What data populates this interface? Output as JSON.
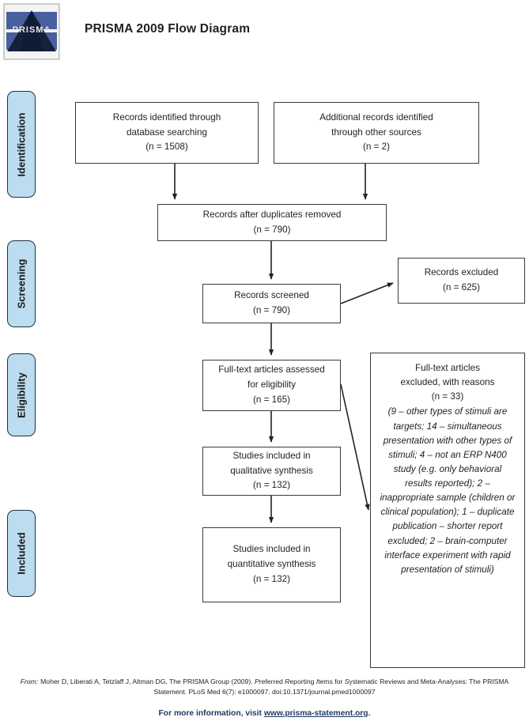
{
  "header": {
    "title": "PRISMA 2009 Flow Diagram",
    "logo_alt": "PRISMA logo",
    "logo_text": "PRISMA"
  },
  "stages": [
    {
      "key": "identification",
      "label": "Identification"
    },
    {
      "key": "screening",
      "label": "Screening"
    },
    {
      "key": "eligibility",
      "label": "Eligibility"
    },
    {
      "key": "included",
      "label": "Included"
    }
  ],
  "boxes": {
    "db_search": {
      "line1": "Records identified through",
      "line2": "database searching",
      "line3": "(n = 1508)"
    },
    "other_sources": {
      "line1": "Additional records identified",
      "line2": "through other sources",
      "line3": "(n = 2)"
    },
    "dedup": {
      "line1": "Records after duplicates removed",
      "line2": "(n = 790)"
    },
    "screened": {
      "line1": "Records screened",
      "line2": "(n = 790)"
    },
    "excluded": {
      "line1": "Records excluded",
      "line2": "(n = 625)"
    },
    "fulltext": {
      "line1": "Full-text articles assessed",
      "line2": "for eligibility",
      "line3": "(n = 165)"
    },
    "qualitative": {
      "line1": "Studies included in",
      "line2": "qualitative synthesis",
      "line3": "(n = 132)"
    },
    "quantitative": {
      "line1": "Studies included in",
      "line2": "quantitative synthesis",
      "line3": "(n = 132)"
    },
    "reasons": {
      "line1": "Full-text articles",
      "line2": "excluded, with reasons",
      "line3": "(n = 33)",
      "detail": "(9 – other types of stimuli are targets; 14 – simultaneous presentation with other types of stimuli; 4 – not an ERP N400 study (e.g. only behavioral results reported); 2 – inappropriate sample (children or clinical population); 1 – duplicate publication – shorter report excluded; 2 – brain-computer interface experiment with rapid presentation of stimuli)"
    }
  },
  "counts": {
    "database_searching": 1508,
    "other_sources": 2,
    "after_duplicates_removed": 790,
    "records_screened": 790,
    "records_excluded": 625,
    "fulltext_assessed": 165,
    "fulltext_excluded": 33,
    "qualitative_synthesis": 132,
    "quantitative_synthesis": 132
  },
  "footer": {
    "from_label": "From:",
    "citation_part1": "Moher D, Liberati A, Tetzlaff J, Altman DG, The PRISMA Group (2009). ",
    "citation_italic1": "P",
    "citation_part2": "referred ",
    "citation_italic2": "R",
    "citation_part3": "eporting ",
    "citation_italic3": "I",
    "citation_part4": "tems for ",
    "citation_italic4": "S",
    "citation_part5": "ystematic Reviews and Meta-Analyses: The PRISMA Statement. PLoS Med 6(7): e1000097. doi:10.1371/journal.pmed1000097",
    "info_prefix": "For more information, visit ",
    "info_link": "www.prisma-statement.org",
    "info_suffix": "."
  },
  "colors": {
    "stage_fill": "#bcdcf0",
    "stage_border": "#1f3243",
    "box_border": "#3a3a3a",
    "text": "#231f20",
    "link": "#1f3a5f",
    "logo_blue": "#4a5f9e",
    "logo_dark": "#14203c"
  }
}
